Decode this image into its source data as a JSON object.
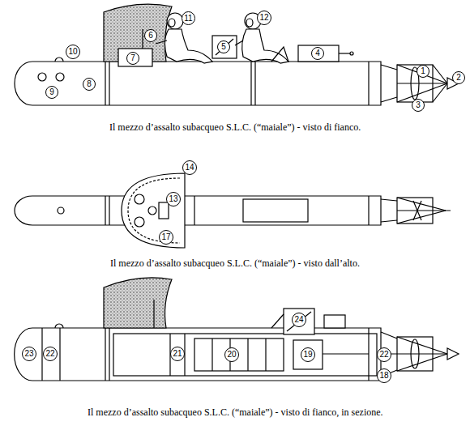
{
  "diagram": {
    "nodes": [
      {
        "text": [
          "11"
        ]
      },
      {
        "text": [
          "12"
        ]
      },
      {
        "text": [
          "6"
        ]
      },
      {
        "text": [
          "5"
        ]
      },
      {
        "text": [
          "4"
        ]
      },
      {
        "text": [
          "10"
        ]
      },
      {
        "text": [
          "7"
        ]
      },
      {
        "text": [
          "1"
        ]
      },
      {
        "text": [
          "2"
        ]
      },
      {
        "text": [
          "8"
        ]
      },
      {
        "text": [
          "9"
        ]
      },
      {
        "text": [
          "3"
        ]
      },
      {
        "text": [
          "14"
        ]
      },
      {
        "text": [
          "13"
        ]
      },
      {
        "text": [
          "17"
        ]
      },
      {
        "text": [
          "24"
        ]
      },
      {
        "text": [
          "23"
        ]
      },
      {
        "text": [
          "22"
        ]
      },
      {
        "text": [
          "21"
        ]
      },
      {
        "text": [
          "20"
        ]
      },
      {
        "text": [
          "19"
        ]
      },
      {
        "text": [
          "22"
        ]
      },
      {
        "text": [
          "18"
        ]
      }
    ],
    "labels": [
      "Il mezzo d’assalto subacqueo S.L.C. (“maiale”) - visto di fianco.",
      "Il mezzo d’assalto subacqueo S.L.C. (“maiale”) - visto dall’alto.",
      "Il mezzo d’assalto subacqueo S.L.C. (“maiale”) - visto di fianco, in sezione."
    ]
  }
}
